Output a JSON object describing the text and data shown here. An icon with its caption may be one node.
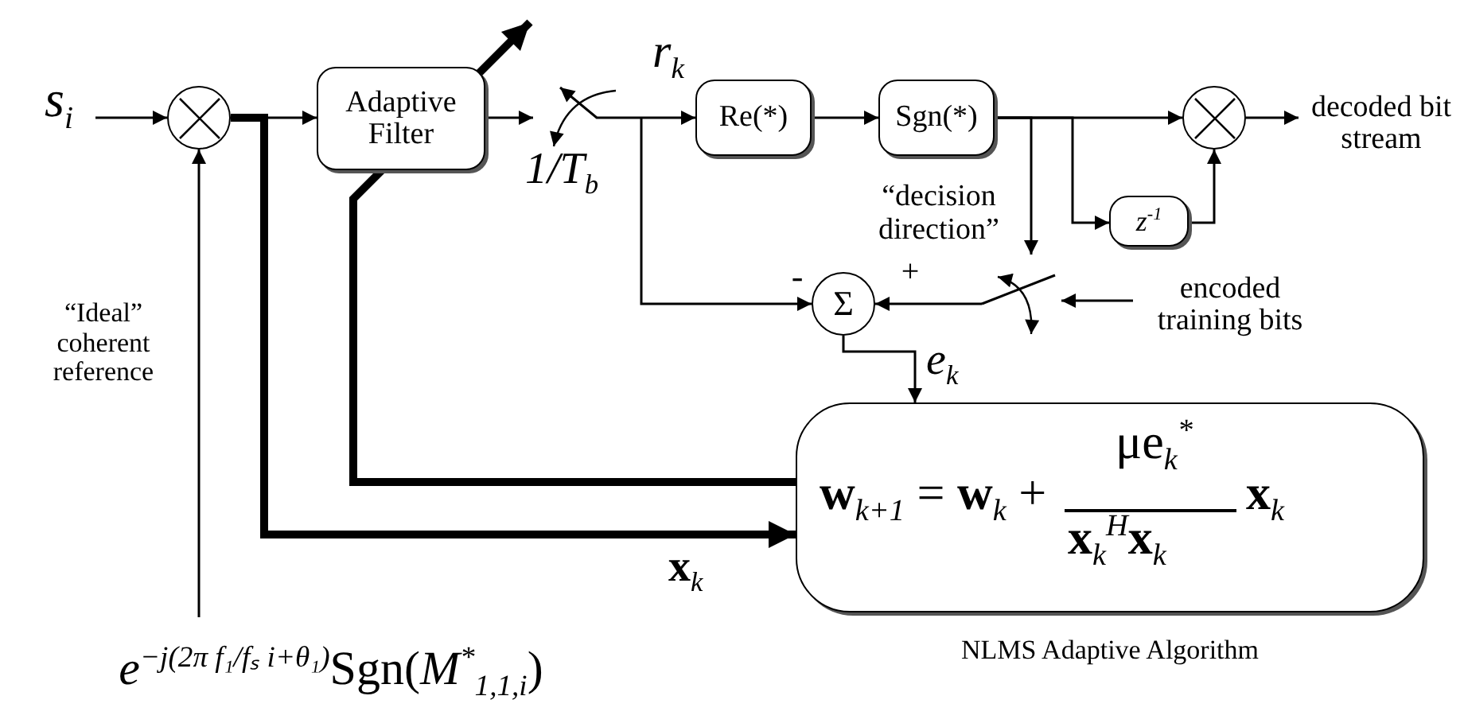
{
  "diagram": {
    "nodes": [
      {
        "text": [
          "s$_{i}$"
        ]
      },
      {
        "text": [],
        "shape": "circle"
      },
      {
        "text": [
          "Adaptive Filter"
        ]
      },
      {
        "text": [
          "Re(*)"
        ]
      },
      {
        "text": [
          "Sgn(*)"
        ]
      },
      {
        "text": [],
        "shape": "circle"
      },
      {
        "text": [
          "decoded bit stream"
        ]
      },
      {
        "text": [
          "*z*$^{-1}$"
        ]
      },
      {
        "text": [
          "Σ"
        ]
      },
      {
        "text": [
          "**w**$_{k+1}$ = **w**$_{k}$ +",
          "μe$_{k}$$^{*}$",
          "**x**$_{k}$$^{H}$**x**$_{k}$",
          "**x**$_{k}$"
        ],
        "beside": [
          "NLMS Adaptive Algorithm"
        ]
      },
      {
        "text": [
          "encoded training bits"
        ]
      },
      {
        "text": [
          "*e*$^{−j(2π f₁/fₛ i+θ₁)}$Sgn(*M*$^{*}$$_{1,1,i}$)"
        ]
      },
      {
        "text": [],
        "shape": "switch"
      },
      {
        "text": [],
        "shape": "switch"
      }
    ],
    "edges": [
      {
        "from": 0,
        "to": 1,
        "arrow": "to"
      },
      {
        "from": 11,
        "to": 1,
        "arrow": "to"
      },
      {
        "from": 1,
        "to": 2,
        "arrow": "to"
      },
      {
        "from": 1,
        "to": 9,
        "arrow": "to",
        "style": "thick",
        "label": "**x**$_{k}$"
      },
      {
        "from": 9,
        "to": 2,
        "arrow": "to",
        "style": "thick"
      },
      {
        "from": 2,
        "to": 12,
        "arrow": "to"
      },
      {
        "from": 12,
        "to": 3,
        "arrow": "to"
      },
      {
        "from": null,
        "to": 8,
        "arrow": "to"
      },
      {
        "from": 3,
        "to": 4,
        "arrow": "to"
      },
      {
        "from": 4,
        "to": 5,
        "arrow": "to"
      },
      {
        "from": 4,
        "to": 7,
        "arrow": "to"
      },
      {
        "from": 7,
        "to": 5,
        "arrow": "to"
      },
      {
        "from": 5,
        "to": 6,
        "arrow": "to"
      },
      {
        "from": 4,
        "to": 13,
        "arrow": "to"
      },
      {
        "from": 10,
        "to": 13,
        "arrow": "to"
      },
      {
        "from": 13,
        "to": 8,
        "arrow": "to"
      },
      {
        "from": 8,
        "to": 9,
        "arrow": "to",
        "label": "e$_{k}$"
      }
    ],
    "labels": [
      "“Ideal” coherent reference",
      "r$_{k}$",
      "1/T$_{b}$",
      "“decision direction”",
      "-",
      "+"
    ]
  }
}
